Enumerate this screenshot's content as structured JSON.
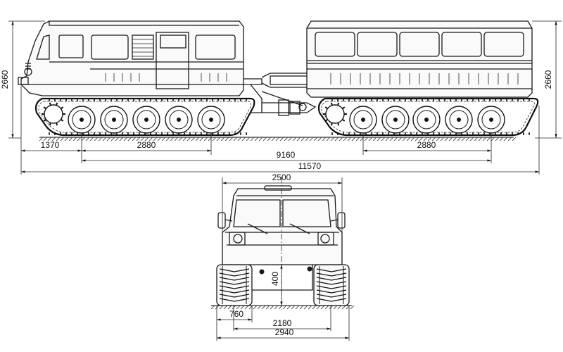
{
  "dimensions": {
    "height_side": "2660",
    "height_trailer": "2660",
    "front_overhang": "1370",
    "track_base_front": "2880",
    "track_base_rear": "2880",
    "link_base": "9160",
    "overall_length": "11570",
    "overall_width_top": "2500",
    "ground_clearance": "400",
    "track_width": "760",
    "track_gauge": "2180",
    "overall_width_bottom": "2940"
  }
}
